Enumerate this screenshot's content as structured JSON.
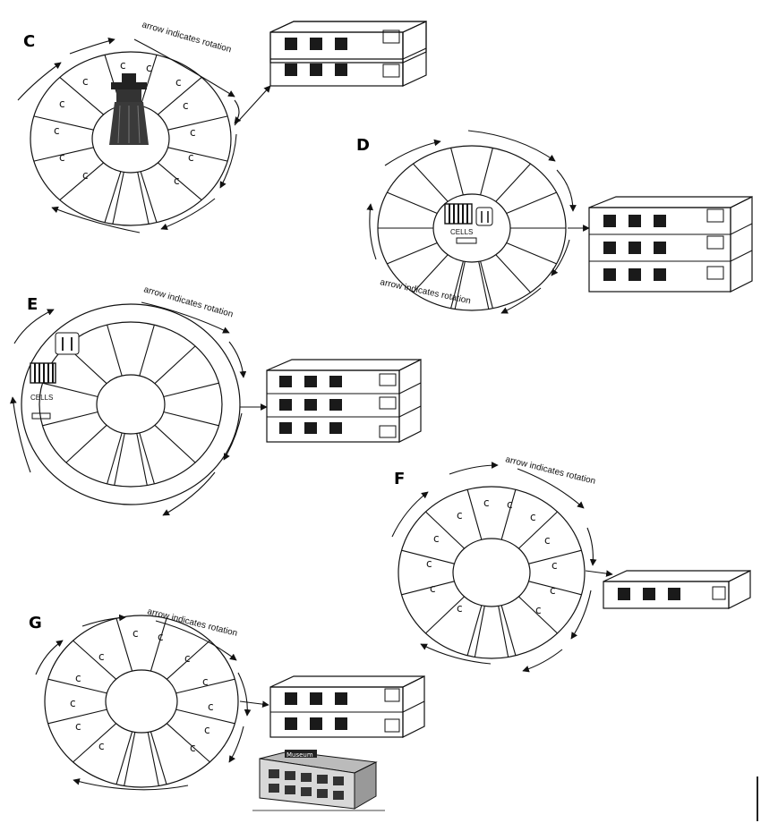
{
  "colors": {
    "ink": "#111111",
    "paper": "#ffffff",
    "window": "#1a1a1a"
  },
  "panels": {
    "c": {
      "label": "C",
      "caption": "arrow indicates rotation",
      "cell_letter": "c"
    },
    "d": {
      "label": "D",
      "caption": "arrow indicates rotation",
      "hub_text": "CELLS"
    },
    "e": {
      "label": "E",
      "caption": "arrow indicates rotation",
      "hub_text": "CELLS"
    },
    "f": {
      "label": "F",
      "caption": "arrow indicates rotation",
      "cell_letter": "c"
    },
    "g": {
      "label": "G",
      "caption": "arrow indicates rotation",
      "cell_letter": "c",
      "museum_sign": "Museum"
    }
  },
  "icons": [
    "watchtower-icon",
    "cell-bars-icon",
    "fork-knife-icon",
    "museum-building-icon"
  ]
}
